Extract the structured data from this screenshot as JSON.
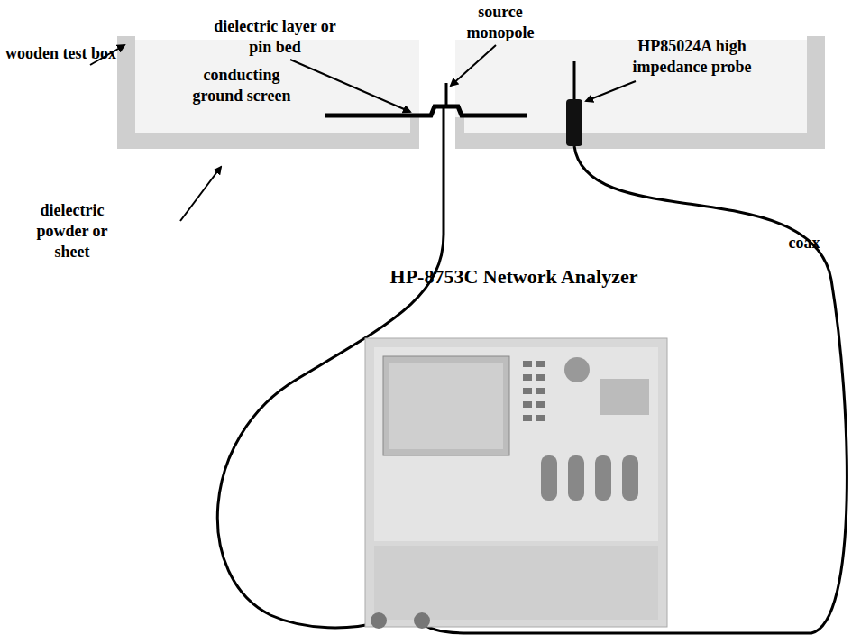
{
  "diagram": {
    "nodes": [
      {
        "text": [
          "HP-8753C Network Analyzer"
        ]
      }
    ],
    "labels": [
      "wooden test box",
      "dielectric layer or pin bed",
      "source monopole",
      "conducting ground screen",
      "HP85024A high impedance probe",
      "dielectric powder or sheet",
      "coax"
    ]
  }
}
